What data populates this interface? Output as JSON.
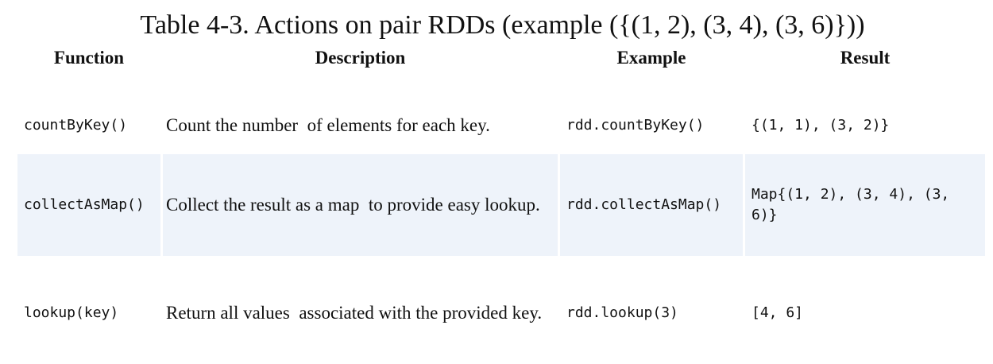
{
  "title": "Table 4-3. Actions on pair RDDs (example ({(1, 2), (3, 4), (3, 6)}))",
  "headers": {
    "function": "Function",
    "description": "Description",
    "example": "Example",
    "result": "Result"
  },
  "rows": [
    {
      "function": "countByKey()",
      "description": "Count the number  of elements for each key.",
      "example": "rdd.countByKey()",
      "result": "{(1, 1), (3, 2)}"
    },
    {
      "function": "collectAsMap()",
      "description": "Collect the result as a map  to provide easy lookup.",
      "example": "rdd.collectAsMap()",
      "result": "Map{(1, 2), (3, 4), (3, 6)}"
    },
    {
      "function": "lookup(key)",
      "description": "Return all values  associated with the provided key.",
      "example": "rdd.lookup(3)",
      "result": "[4, 6]"
    }
  ]
}
